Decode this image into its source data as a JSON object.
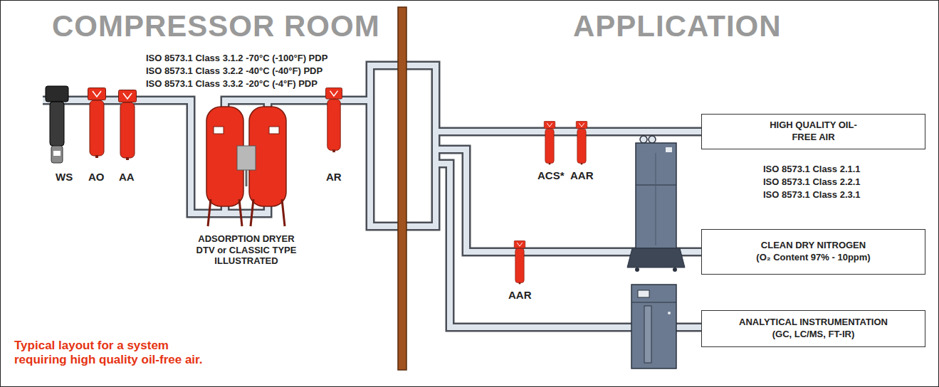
{
  "diagram": {
    "caption": "Typical layout for a system requiring high quality oil-free air.",
    "nodes": [
      {
        "text": [
          "HIGH QUALITY OIL-FREE AIR"
        ]
      },
      {
        "text": [
          "CLEAN DRY NITROGEN",
          "(O₂ Content 97% - 10ppm)"
        ]
      },
      {
        "text": [
          "ANALYTICAL INSTRUMENTATION",
          "(GC, LC/MS, FT-IR)"
        ]
      }
    ],
    "labels": [
      "COMPRESSOR ROOM",
      "APPLICATION",
      "ISO 8573.1 Class 3.1.2 -70°C (-100°F) PDP",
      "ISO 8573.1 Class 3.2.2 -40°C (-40°F) PDP",
      "ISO 8573.1 Class 3.3.2 -20°C (-4°F) PDP",
      "WS",
      "AO",
      "AA",
      "ADSORPTION DRYER DTV or CLASSIC TYPE ILLUSTRATED",
      "AR",
      "ACS*",
      "AAR",
      "AAR",
      "ISO 8573.1 Class 2.1.1",
      "ISO 8573.1 Class 2.2.1",
      "ISO 8573.1 Class 2.3.1"
    ]
  }
}
